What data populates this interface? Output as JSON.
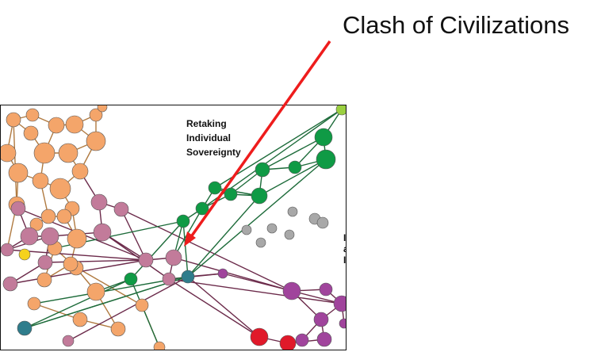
{
  "callout": {
    "text": "Clash of Civilizations"
  },
  "network": {
    "label_lines": [
      "Retaking",
      "Individual",
      "Sovereignty"
    ],
    "cut_label": "I a I",
    "colors": {
      "orange": "#f4a56a",
      "orange_edge": "#b07a40",
      "mauve": "#c27b9a",
      "mauve_edge": "#6b2a4a",
      "green": "#0f9a45",
      "green_edge": "#1d6b3a",
      "teal": "#2f7d8c",
      "purple": "#a0449c",
      "red": "#e0192a",
      "gray": "#a8a8a8",
      "yellow": "#f5d21c",
      "lime": "#9bd040",
      "arrow": "#ee1c1c"
    }
  }
}
